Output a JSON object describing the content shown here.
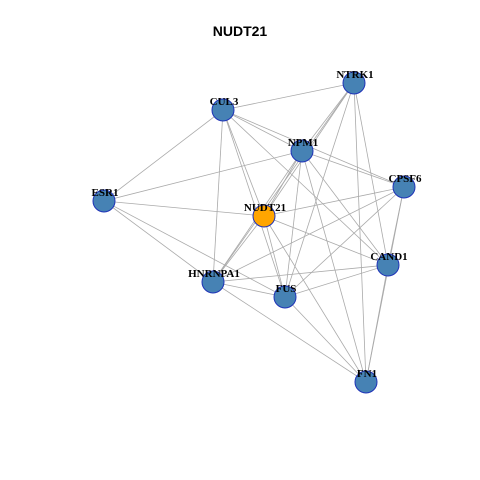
{
  "title": "NUDT21",
  "colors": {
    "center_node": "#ffa500",
    "node": "#4682b4",
    "node_border": "#1f33b8",
    "edge": "#aaaaaa"
  },
  "nodes": [
    {
      "id": "NUDT21",
      "label": "NUDT21",
      "center": true
    },
    {
      "id": "NTRK1",
      "label": "NTRK1"
    },
    {
      "id": "CUL3",
      "label": "CUL3"
    },
    {
      "id": "NPM1",
      "label": "NPM1"
    },
    {
      "id": "CPSF6",
      "label": "CPSF6"
    },
    {
      "id": "ESR1",
      "label": "ESR1"
    },
    {
      "id": "CAND1",
      "label": "CAND1"
    },
    {
      "id": "HNRNPA1",
      "label": "HNRNPA1"
    },
    {
      "id": "FUS",
      "label": "FUS"
    },
    {
      "id": "FN1",
      "label": "FN1"
    }
  ],
  "edges": [
    [
      "CUL3",
      "NTRK1"
    ],
    [
      "CUL3",
      "NPM1"
    ],
    [
      "CUL3",
      "CPSF6"
    ],
    [
      "CUL3",
      "ESR1"
    ],
    [
      "CUL3",
      "NUDT21"
    ],
    [
      "CUL3",
      "CAND1"
    ],
    [
      "CUL3",
      "HNRNPA1"
    ],
    [
      "CUL3",
      "FUS"
    ],
    [
      "NTRK1",
      "NPM1"
    ],
    [
      "NTRK1",
      "NUDT21"
    ],
    [
      "NTRK1",
      "CAND1"
    ],
    [
      "NTRK1",
      "HNRNPA1"
    ],
    [
      "NTRK1",
      "FUS"
    ],
    [
      "NTRK1",
      "FN1"
    ],
    [
      "NPM1",
      "CPSF6"
    ],
    [
      "NPM1",
      "ESR1"
    ],
    [
      "NPM1",
      "NUDT21"
    ],
    [
      "NPM1",
      "CAND1"
    ],
    [
      "NPM1",
      "HNRNPA1"
    ],
    [
      "NPM1",
      "FUS"
    ],
    [
      "NPM1",
      "FN1"
    ],
    [
      "CPSF6",
      "NUDT21"
    ],
    [
      "CPSF6",
      "CAND1"
    ],
    [
      "CPSF6",
      "HNRNPA1"
    ],
    [
      "CPSF6",
      "FUS"
    ],
    [
      "CPSF6",
      "FN1"
    ],
    [
      "ESR1",
      "NUDT21"
    ],
    [
      "ESR1",
      "HNRNPA1"
    ],
    [
      "ESR1",
      "FUS"
    ],
    [
      "NUDT21",
      "CAND1"
    ],
    [
      "NUDT21",
      "HNRNPA1"
    ],
    [
      "NUDT21",
      "FUS"
    ],
    [
      "NUDT21",
      "FN1"
    ],
    [
      "CAND1",
      "HNRNPA1"
    ],
    [
      "CAND1",
      "FUS"
    ],
    [
      "CAND1",
      "FN1"
    ],
    [
      "HNRNPA1",
      "FUS"
    ],
    [
      "HNRNPA1",
      "FN1"
    ],
    [
      "FUS",
      "FN1"
    ]
  ]
}
